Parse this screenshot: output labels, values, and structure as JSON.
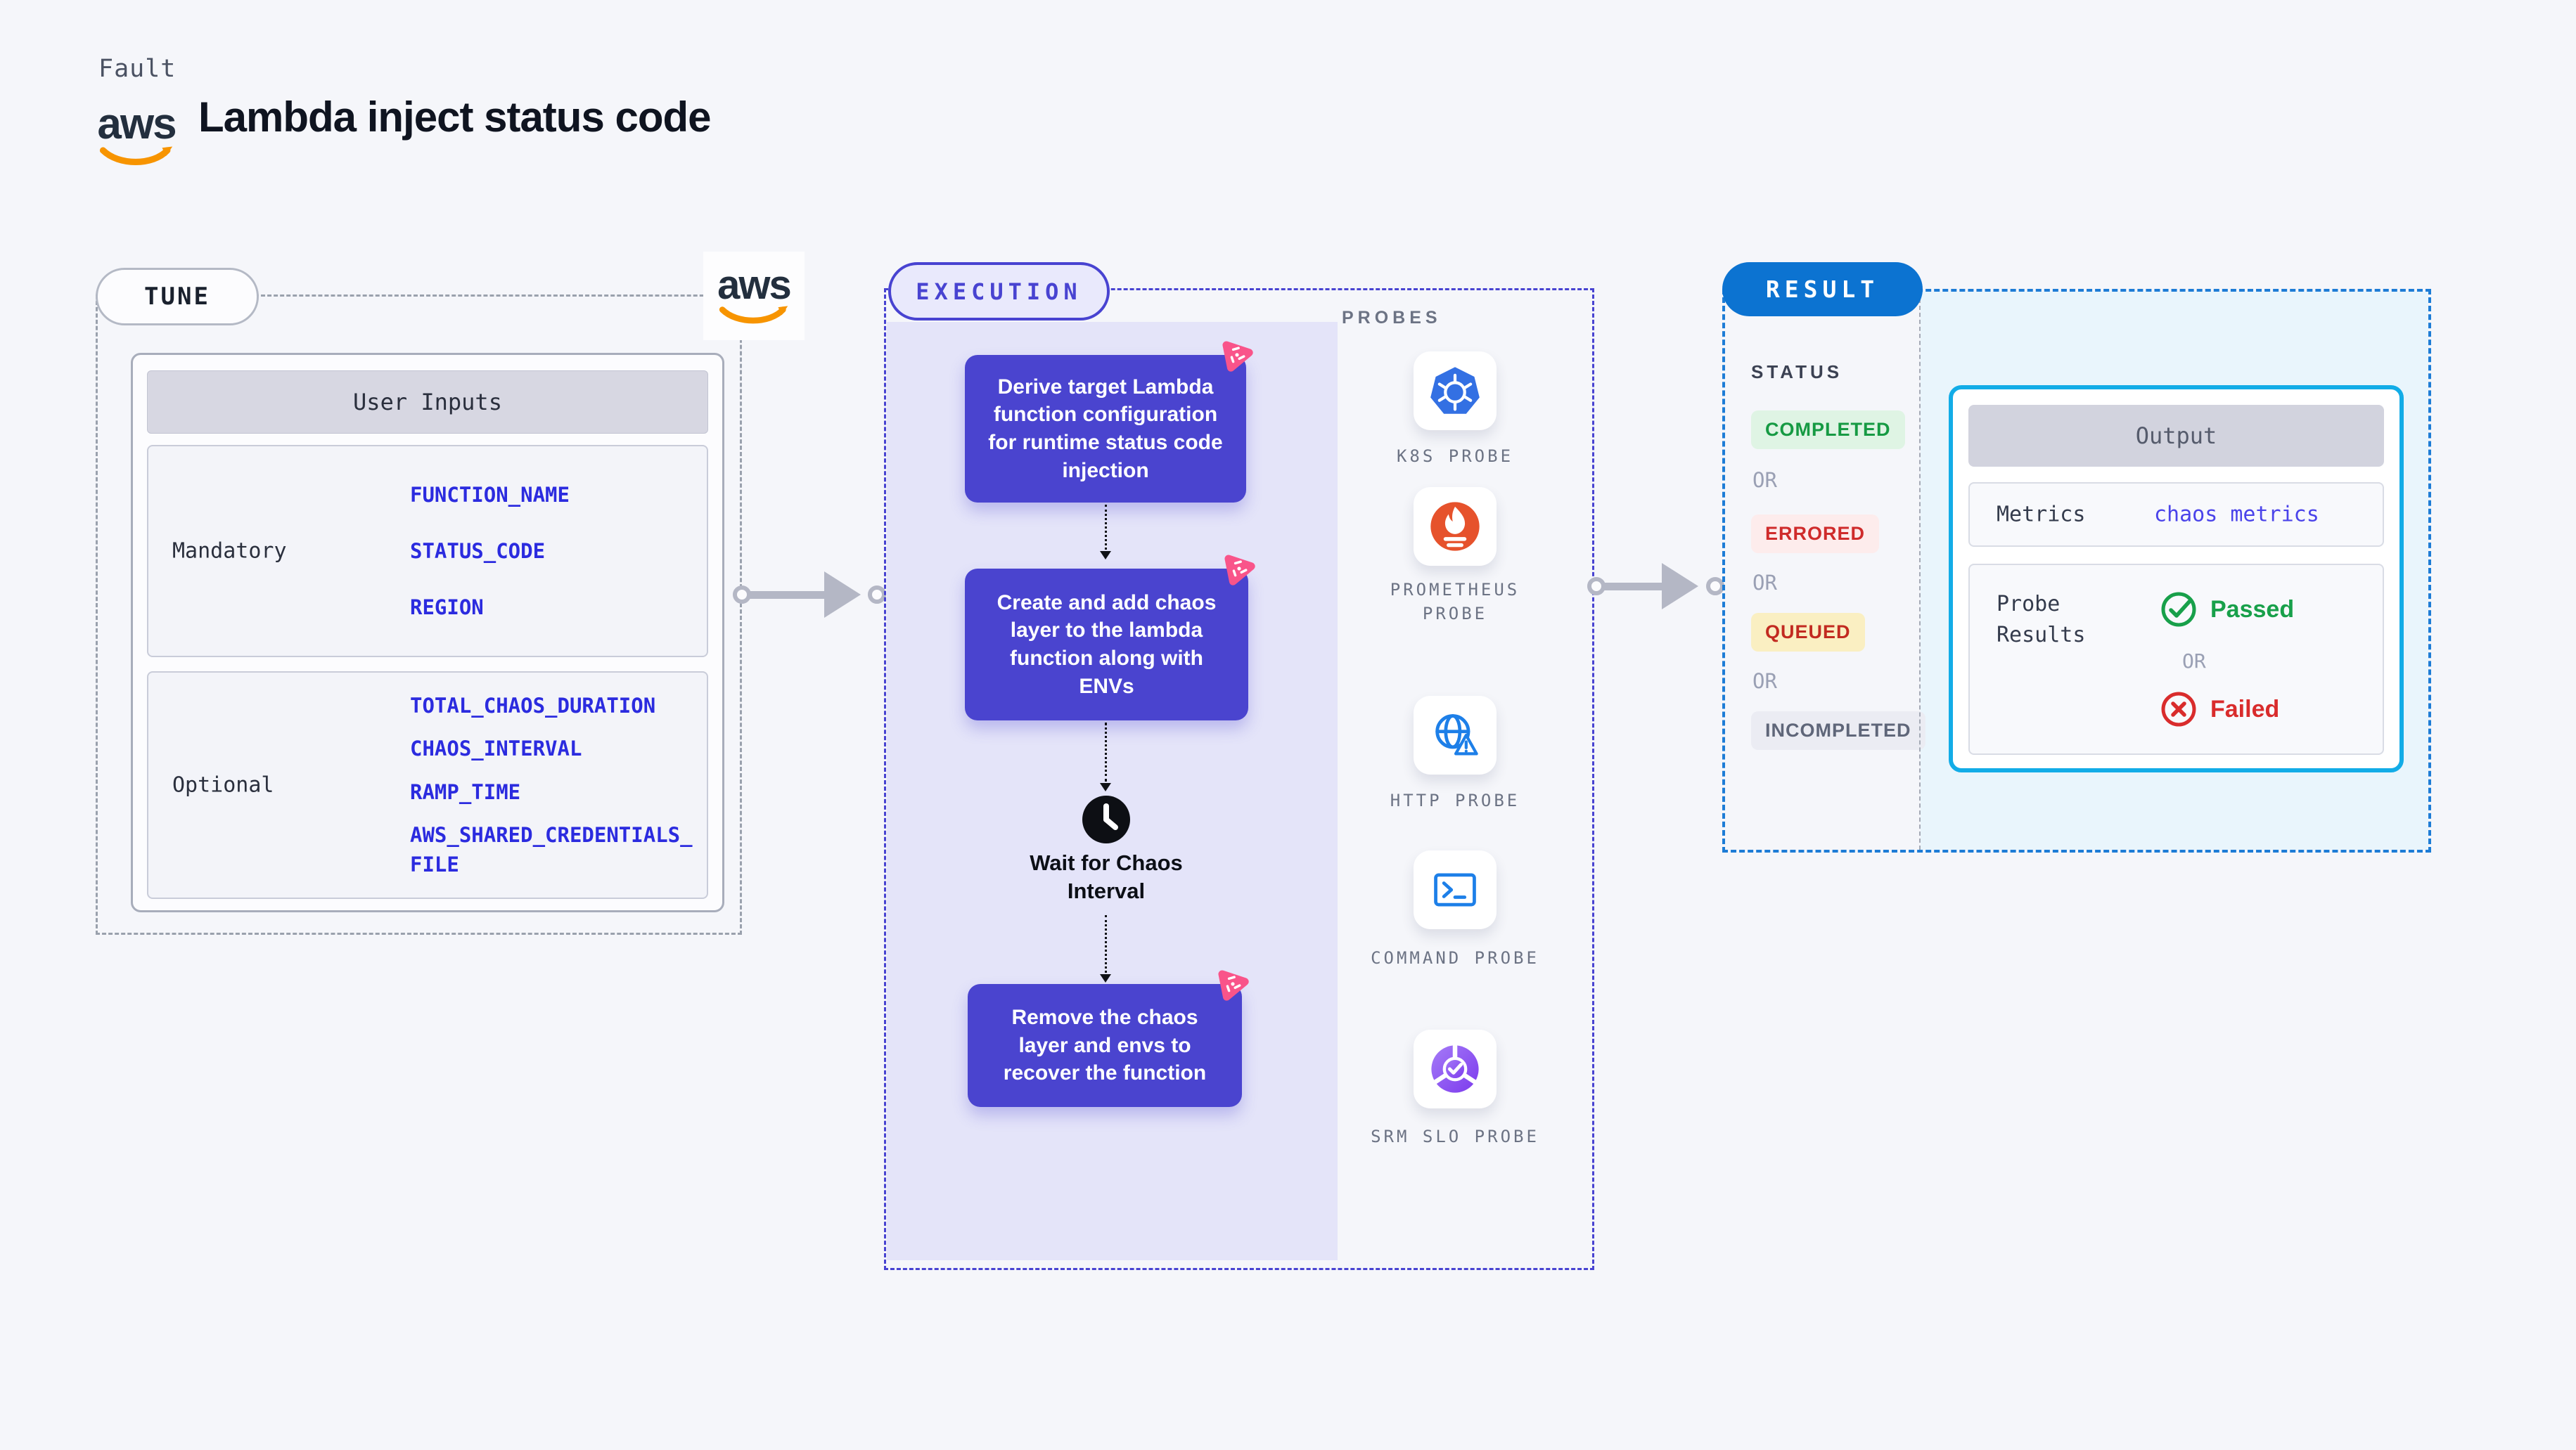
{
  "header": {
    "eyebrow": "Fault",
    "title": "Lambda inject status code",
    "aws_logo_text": "aws"
  },
  "tune": {
    "badge": "TUNE",
    "aws_logo_text": "aws",
    "table": {
      "header": "User Inputs",
      "rows": [
        {
          "label": "Mandatory",
          "values": [
            "FUNCTION_NAME",
            "STATUS_CODE",
            "REGION"
          ]
        },
        {
          "label": "Optional",
          "values": [
            "TOTAL_CHAOS_DURATION",
            "CHAOS_INTERVAL",
            "RAMP_TIME",
            "AWS_SHARED_CREDENTIALS_FILE"
          ]
        }
      ]
    }
  },
  "execution": {
    "badge": "EXECUTION",
    "steps": [
      "Derive target Lambda function configuration for runtime status code injection",
      "Create and add chaos layer to the lambda function along with ENVs",
      "Remove the chaos layer and envs to recover the function"
    ],
    "wait_label": "Wait for Chaos Interval"
  },
  "probes": {
    "title": "PROBES",
    "items": [
      {
        "label": "K8S PROBE",
        "icon": "kubernetes-icon"
      },
      {
        "label": "PROMETHEUS PROBE",
        "icon": "prometheus-icon"
      },
      {
        "label": "HTTP PROBE",
        "icon": "http-globe-warning-icon"
      },
      {
        "label": "COMMAND PROBE",
        "icon": "terminal-icon"
      },
      {
        "label": "SRM SLO PROBE",
        "icon": "srm-slo-donut-icon"
      }
    ]
  },
  "result": {
    "badge": "RESULT",
    "status_title": "STATUS",
    "or_label": "OR",
    "statuses": [
      {
        "label": "COMPLETED",
        "fg": "#169a43",
        "bg": "#dff4e4"
      },
      {
        "label": "ERRORED",
        "fg": "#cf2b2b",
        "bg": "#fdecec"
      },
      {
        "label": "QUEUED",
        "fg": "#c22a20",
        "bg": "#faefc2"
      },
      {
        "label": "INCOMPLETED",
        "fg": "#5f6679",
        "bg": "#ebecf3"
      }
    ],
    "output": {
      "header": "Output",
      "metrics_label": "Metrics",
      "metrics_value": "chaos metrics",
      "probe_results_label": "Probe Results",
      "passed_label": "Passed",
      "or_label": "OR",
      "failed_label": "Failed"
    }
  },
  "colors": {
    "accent_indigo": "#4843d1",
    "step_box_purple": "#4a44cf",
    "result_blue": "#0c73d1",
    "output_border_cyan": "#12ace7",
    "aws_orange": "#f79400",
    "env_blue": "#2b2bdf",
    "passed_green": "#18a04a",
    "failed_red": "#d92c2c",
    "link_indigo": "#4a43ea",
    "lavender_panel": "#e4e4f9",
    "cyan_panel": "#e9f5fc",
    "sparkle_pink": "#f9548a"
  }
}
